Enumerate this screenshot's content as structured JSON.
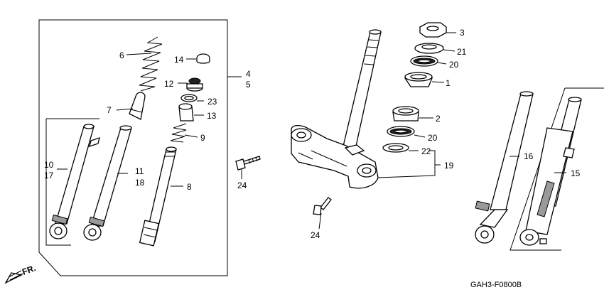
{
  "diagram_code": "GAH3-F0800B",
  "direction_label": "FR.",
  "callouts": {
    "c1": "1",
    "c2": "2",
    "c3": "3",
    "c4": "4",
    "c5": "5",
    "c6": "6",
    "c7": "7",
    "c8": "8",
    "c9": "9",
    "c10": "10",
    "c11": "11",
    "c12": "12",
    "c13": "13",
    "c14": "14",
    "c15": "15",
    "c16": "16",
    "c17": "17",
    "c18": "18",
    "c19": "19",
    "c20a": "20",
    "c20b": "20",
    "c21": "21",
    "c22": "22",
    "c23": "23",
    "c24a": "24",
    "c24b": "24"
  }
}
